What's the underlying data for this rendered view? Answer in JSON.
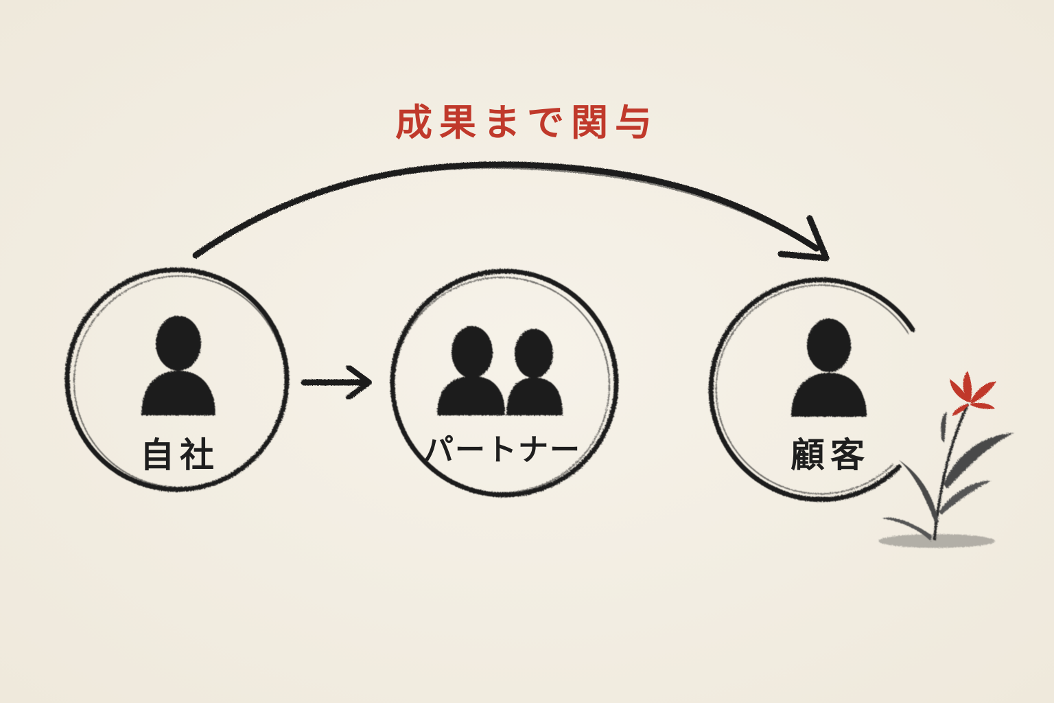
{
  "headline": "成果まで関与",
  "nodes": [
    {
      "label": "自社",
      "icon": "single-person-icon"
    },
    {
      "label": "パートナー",
      "icon": "two-people-icon"
    },
    {
      "label": "顧客",
      "icon": "single-person-icon"
    }
  ],
  "colors": {
    "background": "#f4f0e6",
    "ink": "#1e1e1e",
    "accent": "#c0392b",
    "leaf": "#4a4a4a"
  }
}
